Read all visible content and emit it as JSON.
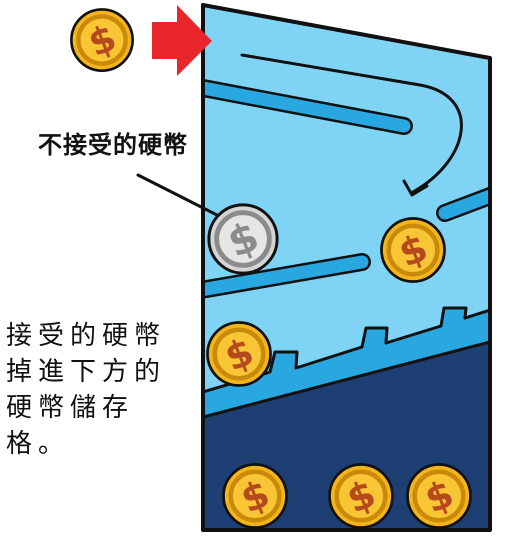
{
  "labels": {
    "rejected_coin": "不接受的硬幣",
    "accepted_coin": "接受的硬幣掉進下方的硬幣儲存格。"
  },
  "colors": {
    "chute_light": "#7fd4f6",
    "chute_mid": "#28a7e1",
    "storage_dark": "#1d3f73",
    "outline": "#111111",
    "arrow_red": "#e8262c",
    "coin_gold": "#f4b51b",
    "coin_gold_dark": "#c98a0b",
    "coin_symbol": "#b6491d",
    "coin_silver": "#c7c7c7",
    "coin_silver_dark": "#8b8b8b"
  },
  "icons": {
    "coin_symbol": "dollar-sign"
  }
}
